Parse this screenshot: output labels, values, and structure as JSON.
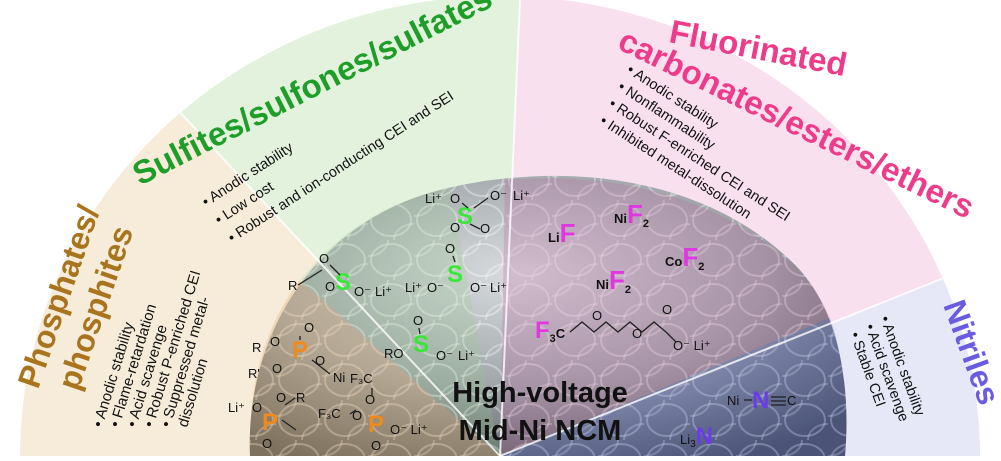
{
  "center": {
    "line1": "High-voltage",
    "line2": "Mid-Ni NCM"
  },
  "sectors": {
    "phosphates": {
      "title_line1": "Phosphates/",
      "title_line2": "phosphites",
      "color": "#a8741e",
      "bullets": [
        "Anodic stability",
        "Flame-retardation",
        "Acid scavenge",
        "Robust P-enriched CEI",
        "Suppressed metal-",
        "dissolution"
      ]
    },
    "sulfites": {
      "title": "Sulfites/sulfones/sulfates",
      "color": "#1e9e28",
      "bullets": [
        "Anodic stability",
        "Low cost",
        "Robust and ion-conducting CEI and SEI"
      ]
    },
    "fluorinated": {
      "title_line1": "Fluorinated",
      "title_line2": "carbonates/esters/ethers",
      "color": "#ee3b8a",
      "bullets": [
        "Anodic stability",
        "Nonflammability",
        "Robust F-enriched CEI and SEI",
        "Inhibited metal-dissolution"
      ]
    },
    "nitriles": {
      "title": "Nitriles",
      "color": "#6a5ce0",
      "bullets": [
        "Anodic stability",
        "Acid scavenge",
        "Stable CEI"
      ]
    }
  },
  "molecules": {
    "sulfur": {
      "s_label": "S",
      "o": "O",
      "li_plus": "Li⁺",
      "o_minus": "O⁻",
      "r": "R",
      "ro": "RO",
      "s_color": "#39e639"
    },
    "fluorine": {
      "li": "Li",
      "ni": "Ni",
      "co": "Co",
      "f": "F",
      "sub2": "2",
      "f3c": "F",
      "sub3": "3",
      "c": "C",
      "o": "O",
      "o_minus_li": "O⁻ Li⁺",
      "f_color": "#e038e0"
    },
    "phosphorus": {
      "p": "P",
      "o": "O",
      "r": "R",
      "r_prime": "R'",
      "ni": "Ni",
      "li_plus": "Li⁺",
      "f3c": "F₃C",
      "o_minus_li": "O⁻ Li⁺",
      "p_color": "#f08a1c"
    },
    "nitrile": {
      "ni": "Ni",
      "n": "N",
      "c": "C",
      "li3": "Li",
      "sub3": "3",
      "n_color": "#6a3ce8"
    }
  }
}
